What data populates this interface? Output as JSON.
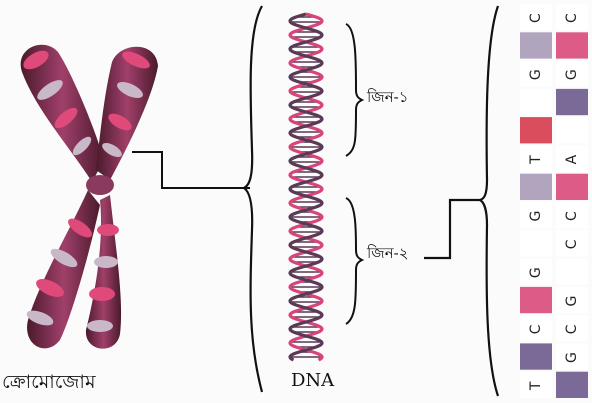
{
  "labels": {
    "chromosome": "ক্রোমোজোম",
    "dna": "DNA",
    "gene1": "জিন-১",
    "gene2": "জিন-২"
  },
  "colors": {
    "chromosome_body": "#7a2a44",
    "chromosome_band": "#e04a7a",
    "chromosome_light": "#c8b8c8",
    "dna_pink": "#d8457a",
    "dna_dark": "#5a3a55",
    "base_pink": "#d94a7a",
    "base_purple": "#6d5a8c",
    "base_red": "#d63a4a",
    "line": "#111111"
  },
  "sequence_columns": [
    [
      "C",
      "",
      "G",
      "",
      "",
      "T",
      "",
      "G",
      "",
      "G",
      "",
      "C",
      "",
      "T"
    ],
    [
      "C",
      "",
      "G",
      "",
      "",
      "A",
      "",
      "C",
      "C",
      "",
      "G",
      "C",
      "G",
      ""
    ]
  ]
}
